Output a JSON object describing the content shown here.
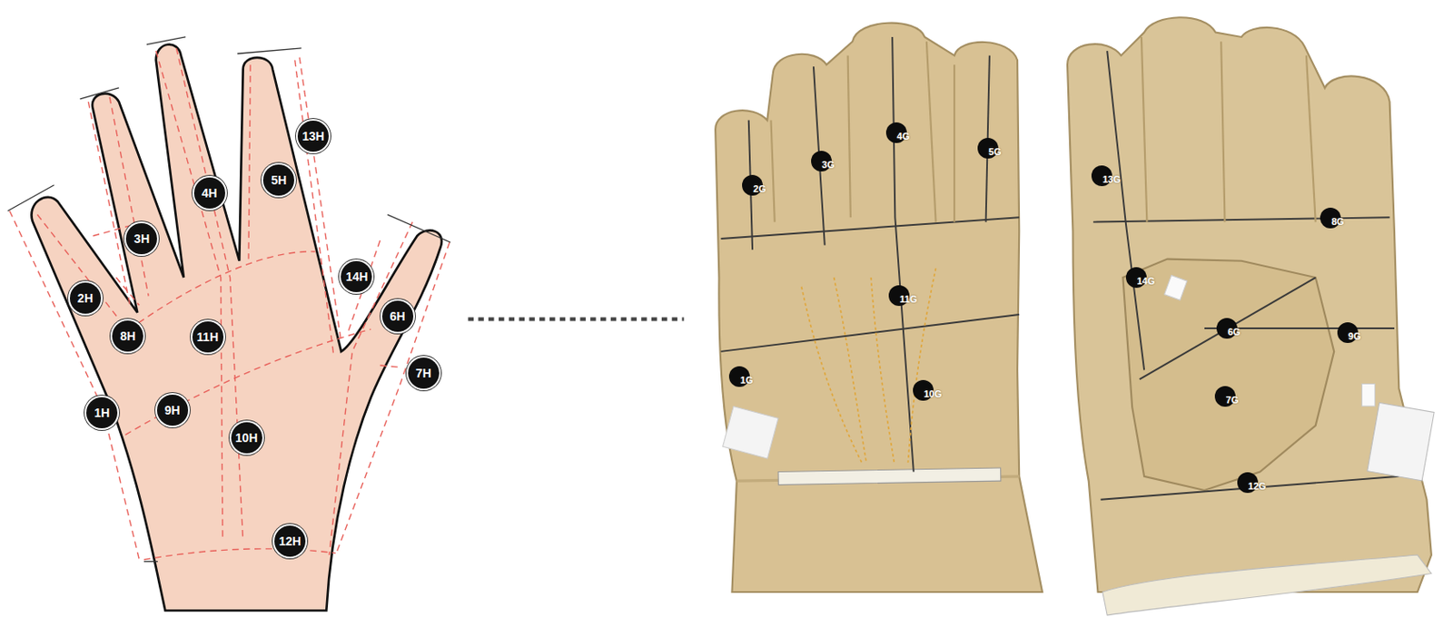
{
  "diagram": {
    "nodes": [
      {
        "text": [
          "1H"
        ]
      },
      {
        "text": [
          "2H"
        ]
      },
      {
        "text": [
          "3H"
        ]
      },
      {
        "text": [
          "4H"
        ]
      },
      {
        "text": [
          "5H"
        ]
      },
      {
        "text": [
          "6H"
        ]
      },
      {
        "text": [
          "7H"
        ]
      },
      {
        "text": [
          "8H"
        ]
      },
      {
        "text": [
          "9H"
        ]
      },
      {
        "text": [
          "10H"
        ]
      },
      {
        "text": [
          "11H"
        ]
      },
      {
        "text": [
          "12H"
        ]
      },
      {
        "text": [
          "13H"
        ]
      },
      {
        "text": [
          "14H"
        ]
      },
      {
        "text": [
          "1G"
        ]
      },
      {
        "text": [
          "2G"
        ]
      },
      {
        "text": [
          "3G"
        ]
      },
      {
        "text": [
          "4G"
        ]
      },
      {
        "text": [
          "5G"
        ]
      },
      {
        "text": [
          "6G"
        ]
      },
      {
        "text": [
          "7G"
        ]
      },
      {
        "text": [
          "8G"
        ]
      },
      {
        "text": [
          "9G"
        ]
      },
      {
        "text": [
          "10G"
        ]
      },
      {
        "text": [
          "11G"
        ]
      },
      {
        "text": [
          "12G"
        ]
      },
      {
        "text": [
          "13G"
        ]
      },
      {
        "text": [
          "14G"
        ]
      }
    ]
  }
}
